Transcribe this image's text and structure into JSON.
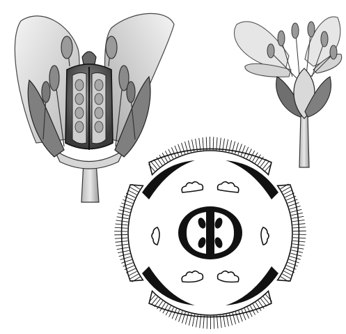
{
  "figure": {
    "panels": [
      {
        "id": "flower-longitudinal-section",
        "icon": "flower-section-drawing"
      },
      {
        "id": "flower-side-view",
        "icon": "flower-drawing"
      },
      {
        "id": "floral-diagram",
        "icon": "floral-diagram-drawing"
      }
    ],
    "colors": {
      "ink": "#111111",
      "petal_light": "#ececec",
      "petal_mid": "#c9c9c9",
      "petal_dark": "#8e8e8e",
      "background": "#ffffff"
    }
  }
}
